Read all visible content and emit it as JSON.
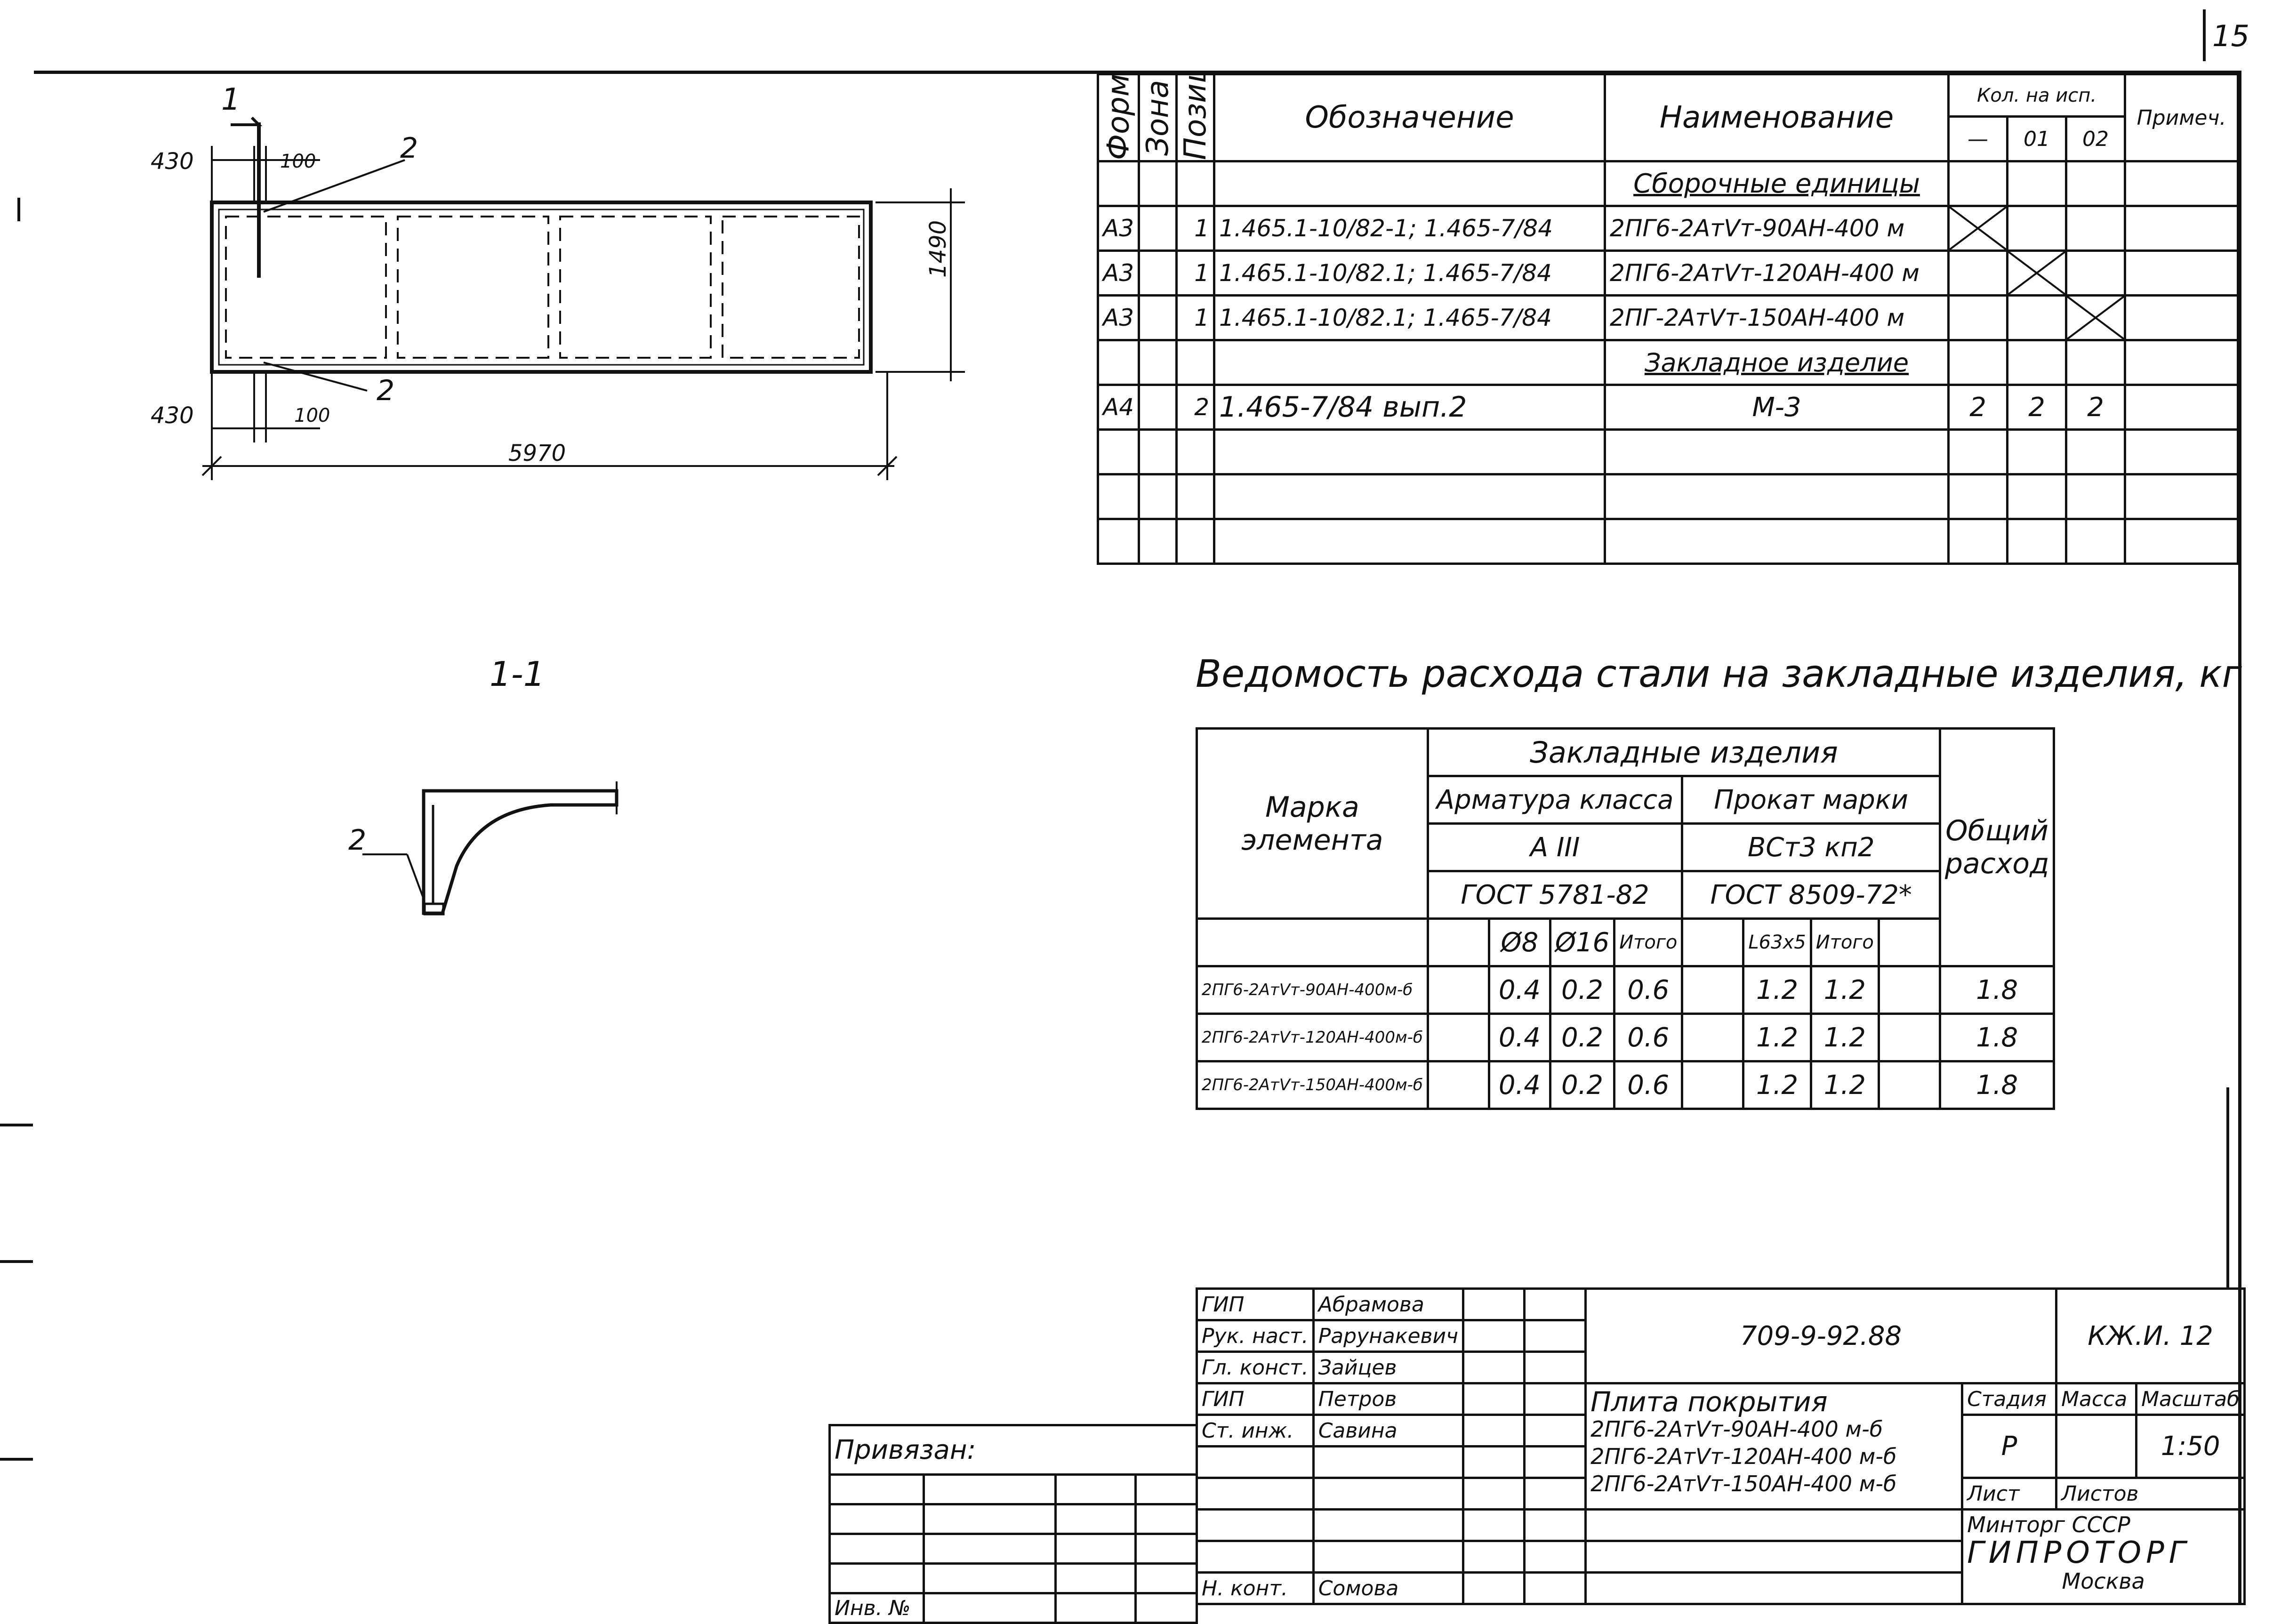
{
  "page": {
    "number": "15"
  },
  "plan": {
    "section_mark": "1",
    "dim_left_top": "430",
    "dim_gap_top": "100",
    "dim_left_bottom": "430",
    "dim_gap_bottom": "100",
    "dim_length": "5970",
    "dim_width": "1490",
    "callout_top": "2",
    "callout_bottom": "2"
  },
  "section": {
    "title": "1-1",
    "callout": "2"
  },
  "spec": {
    "headers": {
      "format": "Формат",
      "zone": "Зона",
      "pos": "Позиц.",
      "designation": "Обозначение",
      "name": "Наименование",
      "qty": "Кол. на исп.",
      "qty_cols": [
        "—",
        "01",
        "02"
      ],
      "note": "Примеч."
    },
    "rows": [
      {
        "format": "",
        "zone": "",
        "pos": "",
        "designation": "",
        "name": "Сборочные единицы",
        "q1": "",
        "q2": "",
        "q3": ""
      },
      {
        "format": "А3",
        "zone": "",
        "pos": "1",
        "designation": "1.465.1-10/82-1; 1.465-7/84",
        "name": "2ПГ6-2АтVт-90АН-400 м",
        "q1": "",
        "q2": "",
        "q3": ""
      },
      {
        "format": "А3",
        "zone": "",
        "pos": "1",
        "designation": "1.465.1-10/82.1; 1.465-7/84",
        "name": "2ПГ6-2АтVт-120АН-400 м",
        "q1": "",
        "q2": "",
        "q3": ""
      },
      {
        "format": "А3",
        "zone": "",
        "pos": "1",
        "designation": "1.465.1-10/82.1; 1.465-7/84",
        "name": "2ПГ-2АтVт-150АН-400 м",
        "q1": "",
        "q2": "",
        "q3": ""
      },
      {
        "format": "",
        "zone": "",
        "pos": "",
        "designation": "",
        "name": "Закладное изделие",
        "q1": "",
        "q2": "",
        "q3": ""
      },
      {
        "format": "А4",
        "zone": "",
        "pos": "2",
        "designation": "1.465-7/84 вып.2",
        "name": "М-3",
        "q1": "2",
        "q2": "2",
        "q3": "2"
      },
      {
        "format": "",
        "zone": "",
        "pos": "",
        "designation": "",
        "name": "",
        "q1": "",
        "q2": "",
        "q3": ""
      },
      {
        "format": "",
        "zone": "",
        "pos": "",
        "designation": "",
        "name": "",
        "q1": "",
        "q2": "",
        "q3": ""
      },
      {
        "format": "",
        "zone": "",
        "pos": "",
        "designation": "",
        "name": "",
        "q1": "",
        "q2": "",
        "q3": ""
      }
    ]
  },
  "steel": {
    "title": "Ведомость расхода стали на закладные изделия, кг",
    "h_mark": "Марка элемента",
    "h_embedded": "Закладные изделия",
    "h_rebar": "Арматура класса",
    "h_rolled": "Прокат марки",
    "h_total": "Общий расход",
    "rebar_class": "А III",
    "rolled_grade": "ВСт3 кп2",
    "rebar_gost": "ГОСТ 5781-82",
    "rolled_gost": "ГОСТ 8509-72*",
    "sub": [
      "Ø8",
      "Ø16",
      "Итого",
      "L63x5",
      "Итого"
    ],
    "rows": [
      {
        "mark": "2ПГ6-2АтVт-90АН-400м-б",
        "d8": "0.4",
        "d16": "0.2",
        "t1": "0.6",
        "l63": "1.2",
        "t2": "1.2",
        "total": "1.8"
      },
      {
        "mark": "2ПГ6-2АтVт-120АН-400м-б",
        "d8": "0.4",
        "d16": "0.2",
        "t1": "0.6",
        "l63": "1.2",
        "t2": "1.2",
        "total": "1.8"
      },
      {
        "mark": "2ПГ6-2АтVт-150АН-400м-б",
        "d8": "0.4",
        "d16": "0.2",
        "t1": "0.6",
        "l63": "1.2",
        "t2": "1.2",
        "total": "1.8"
      }
    ]
  },
  "title_block": {
    "people": [
      {
        "role": "ГИП",
        "name": "Абрамова"
      },
      {
        "role": "Рук. наст.",
        "name": "Рарунакевич"
      },
      {
        "role": "Гл. конст.",
        "name": "Зайцев"
      },
      {
        "role": "ГИП",
        "name": "Петров"
      },
      {
        "role": "Ст. инж.",
        "name": "Савина"
      }
    ],
    "project_code": "709-9-92.88",
    "sheet_code": "КЖ.И. 12",
    "title_lines": [
      "Плита покрытия",
      "2ПГ6-2АтVт-90АН-400 м-б",
      "2ПГ6-2АтVт-120АН-400 м-б",
      "2ПГ6-2АтVт-150АН-400 м-б"
    ],
    "stage_h": "Стадия",
    "mass_h": "Масса",
    "scale_h": "Масштаб",
    "stage": "Р",
    "scale": "1:50",
    "sheet_h": "Лист",
    "sheets_h": "Листов",
    "org1": "Минтоpг СССР",
    "org2": "ГИПРОТОРГ",
    "org3": "Москва",
    "n_kont_role": "Н. конт.",
    "n_kont_name": "Сомова"
  },
  "binding": {
    "label": "Привязан:",
    "inv": "Инв. №"
  }
}
